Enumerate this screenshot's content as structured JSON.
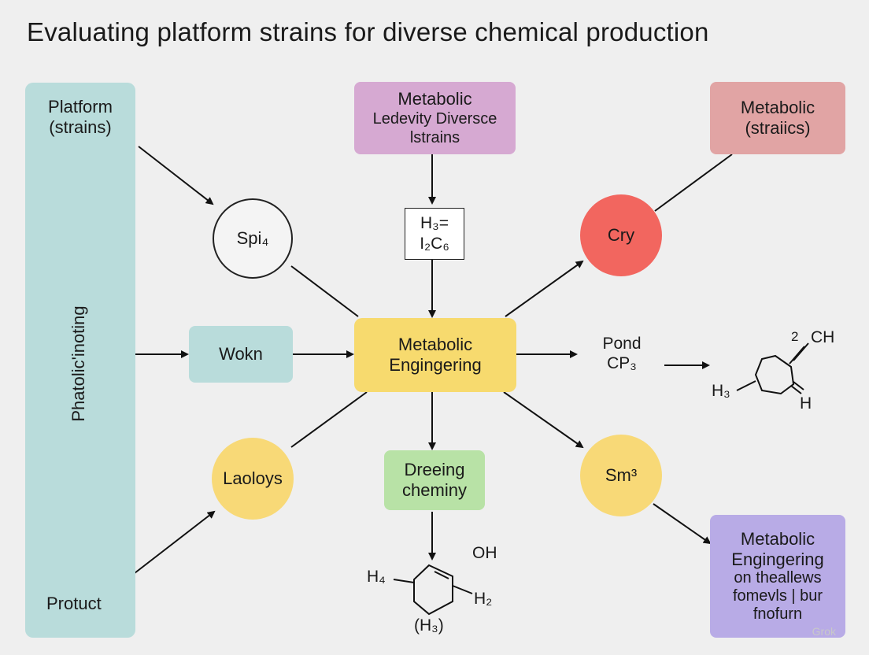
{
  "title": "Evaluating platform strains for diverse chemical production",
  "sidebar": {
    "top_line1": "Platform",
    "top_line2": "(strains)",
    "vertical": "Phatolic'inoting",
    "bottom": "Protuct"
  },
  "nodes": {
    "top_center": [
      "Metabolic",
      "Ledevity Diversce",
      "lstrains"
    ],
    "top_right": [
      "Metabolic",
      "(straiics)"
    ],
    "center": [
      "Metabolic",
      "Engingering"
    ],
    "left_mid": "Wokn",
    "spi": "Spi₄",
    "cry": "Cry",
    "laoloys": "Laoloys",
    "dreeing": [
      "Dreeing",
      "cheminy"
    ],
    "smc": "Sm³",
    "bottom_right": [
      "Metabolic",
      "Engingering",
      "on theallews",
      "fomevls | bur",
      "fnofurn"
    ],
    "pond": [
      "Pond",
      "CP₃"
    ],
    "formula_box": [
      "H₃=",
      "I₂C₆"
    ]
  },
  "molecules": {
    "right": {
      "top": "CH",
      "sup": "2",
      "left": "H₃",
      "right": "H"
    },
    "bottom": {
      "oh": "OH",
      "left": "H₄",
      "right": "H₂",
      "bottom": "(H₃)"
    }
  },
  "colors": {
    "sidebar": "#b9dcdb",
    "teal": "#b9dcdb",
    "purple": "#d6a9d2",
    "rose": "#e1a4a4",
    "yellow": "#f7da6e",
    "red": "#f2665f",
    "green": "#b8e2a6",
    "lavender": "#b8abe6",
    "yellow_circle": "#f8d977"
  },
  "watermark": "Grok"
}
